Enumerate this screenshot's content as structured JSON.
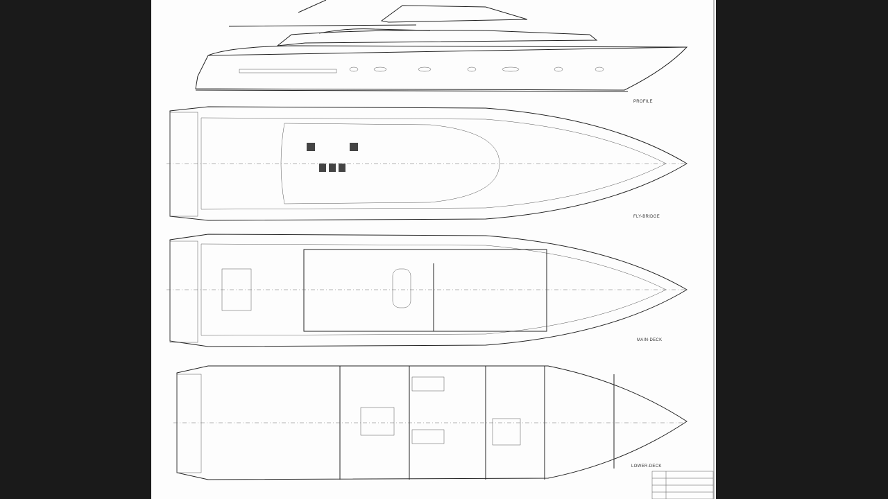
{
  "drawing": {
    "views": [
      {
        "label": "PROFILE"
      },
      {
        "label": "FLY-BRIDGE"
      },
      {
        "label": "MAIN-DECK"
      },
      {
        "label": "LOWER-DECK"
      }
    ]
  },
  "colors": {
    "background": "#1a1a1a",
    "paper": "#fdfdfd",
    "ink": "#222222"
  }
}
